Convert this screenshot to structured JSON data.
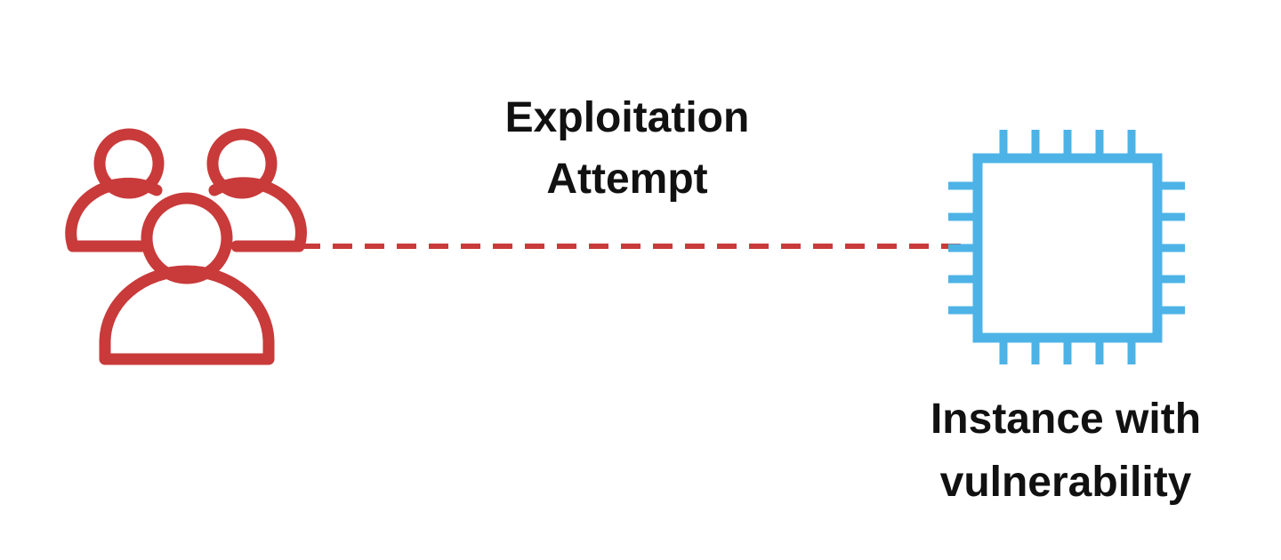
{
  "diagram": {
    "edge_label": {
      "line1": "Exploitation",
      "line2": "Attempt"
    },
    "target_label": {
      "line1": "Instance with",
      "line2": "vulnerability"
    },
    "colors": {
      "attacker": "#c93a3a",
      "instance": "#4db3e6",
      "text": "#111111"
    },
    "icons": {
      "source": "users-group-icon",
      "target": "chip-instance-icon"
    }
  }
}
